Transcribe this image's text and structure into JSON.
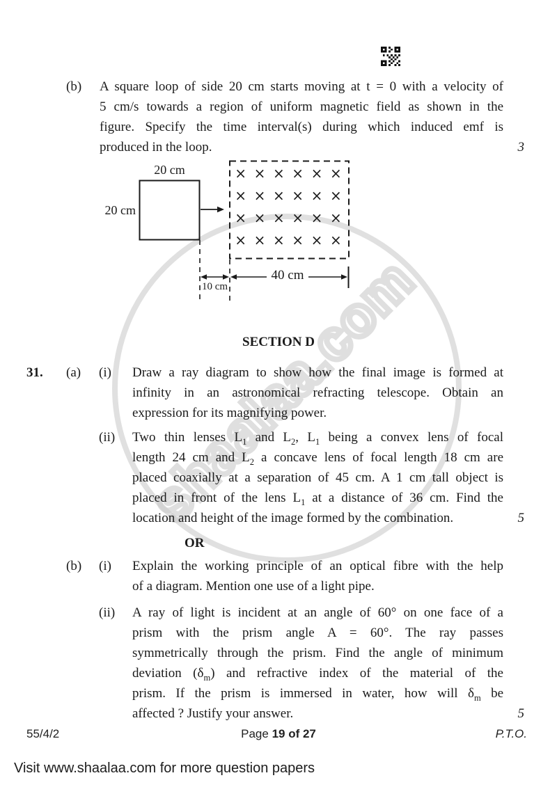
{
  "watermark": {
    "text": "shaalaa.com"
  },
  "q_b": {
    "label": "(b)",
    "marks": "3",
    "lines": [
      "A square loop of side 20 cm starts moving at t = 0 with a velocity of",
      "5 cm/s towards a region of uniform magnetic field as shown in the",
      "figure. Specify the time interval(s) during which induced emf is",
      "produced in the loop."
    ]
  },
  "figure": {
    "top_label": "20 cm",
    "left_label": "20 cm",
    "gap_label": "10 cm",
    "field_width_label": "40 cm",
    "cross": "×"
  },
  "section": {
    "title": "SECTION D"
  },
  "q31": {
    "number": "31.",
    "part_a": {
      "label": "(a)"
    },
    "a_i": {
      "label": "(i)",
      "lines": [
        "Draw a ray diagram to show how the final image is formed at",
        "infinity in an astronomical refracting telescope. Obtain an",
        "expression for its magnifying power."
      ]
    },
    "a_ii": {
      "label": "(ii)",
      "marks": "5",
      "l1": {
        "s0": "Two thin lenses L",
        "s1": "1",
        "s2": " and L",
        "s3": "2",
        "s4": ", L",
        "s5": "1",
        "s6": " being a convex lens of focal"
      },
      "l2": {
        "s0": "length 24 cm and L",
        "s1": "2",
        "s2": " a concave lens of focal length 18 cm are"
      },
      "l3": "placed coaxially at a separation of 45 cm. A 1 cm tall object is",
      "l4": {
        "s0": "placed in front of the lens L",
        "s1": "1",
        "s2": " at a distance of 36 cm. Find the"
      },
      "l5": "location and height of the image formed by the combination."
    },
    "or_label": "OR",
    "part_b": {
      "label": "(b)"
    },
    "b_i": {
      "label": "(i)",
      "lines": [
        "Explain the working principle of an optical fibre with the help",
        "of a diagram. Mention one use of a light pipe."
      ]
    },
    "b_ii": {
      "label": "(ii)",
      "marks": "5",
      "l1": "A ray of light is incident at an angle of 60° on one face of a",
      "l2": "prism with the prism angle A = 60°. The ray passes",
      "l3": "symmetrically through the prism. Find the angle of minimum",
      "l4": {
        "s0": "deviation (δ",
        "s1": "m",
        "s2": ") and refractive index of the material of the"
      },
      "l5": {
        "s0": "prism. If the prism is immersed in water, how will δ",
        "s1": "m",
        "s2": " be"
      },
      "l6": "affected ? Justify your answer."
    }
  },
  "footer": {
    "paper_code": "55/4/2",
    "page_prefix": "Page ",
    "page_info": "19 of 27",
    "pto": "P.T.O."
  },
  "promo": {
    "text": "Visit www.shaalaa.com for more question papers"
  }
}
